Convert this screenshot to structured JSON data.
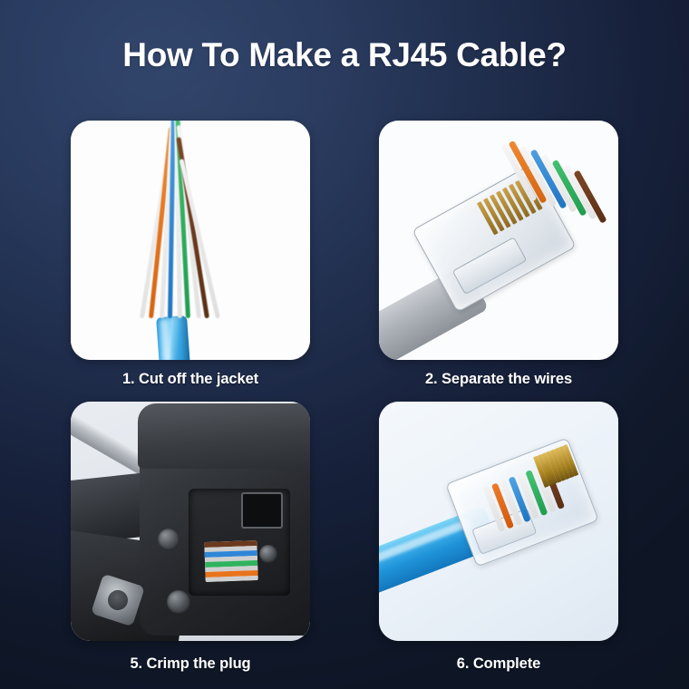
{
  "page": {
    "title": "How To Make a RJ45 Cable?",
    "background_color_light": "#2b3f66",
    "background_color_dark": "#131c30",
    "text_color": "#ffffff",
    "card_background": "#ffffff"
  },
  "steps": [
    {
      "number": "1",
      "caption": "1. Cut off the jacket",
      "image_alt": "stripped-network-cable-with-twisted-pairs",
      "jacket_color": "#3aa6e2",
      "pair_colors": [
        "#e8741c",
        "#2f86d6",
        "#2fb35e",
        "#6b3a1e"
      ]
    },
    {
      "number": "2",
      "caption": "2. Separate the wires",
      "image_alt": "rj45-pass-through-connector-with-wires-inserted",
      "cable_color": "#aeb3b9",
      "pair_colors": [
        "#e8741c",
        "#2f86d6",
        "#2fb35e",
        "#6b3a1e"
      ]
    },
    {
      "number": "5",
      "caption": "5. Crimp the plug",
      "image_alt": "black-crimping-tool-with-connector-in-jaw",
      "tool_color": "#24262a",
      "pair_colors": [
        "#e8741c",
        "#2f86d6",
        "#2fb35e",
        "#6b3a1e"
      ]
    },
    {
      "number": "6",
      "caption": "6. Complete",
      "image_alt": "completed-blue-cable-with-crimped-rj45-plug",
      "cable_color": "#1f93d8",
      "contact_color": "#c9a24a"
    }
  ],
  "wire_palette": {
    "orange": "#e8741c",
    "orange_white": "#f2c59b",
    "blue": "#2f86d6",
    "blue_white": "#a9cdee",
    "green": "#2fb35e",
    "green_white": "#a6dfba",
    "brown": "#6b3a1e",
    "brown_white": "#c6a58e"
  }
}
